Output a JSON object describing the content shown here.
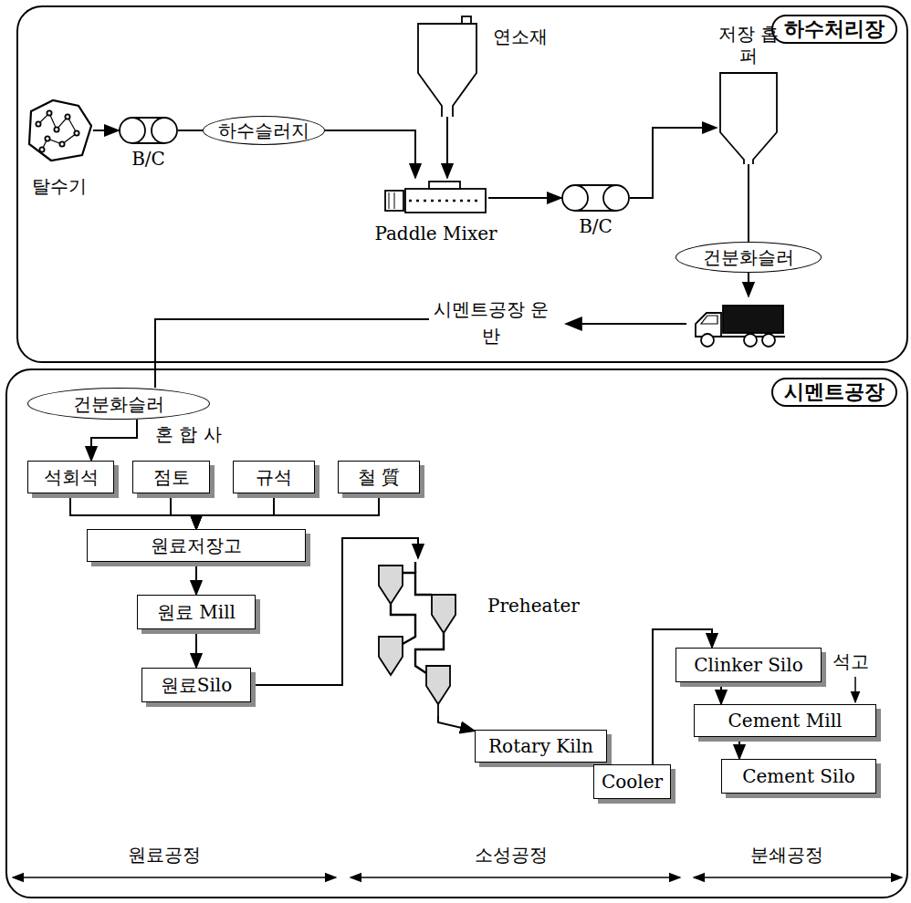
{
  "diagram": {
    "nodes": [
      {
        "text": [
          "하수처리장"
        ]
      },
      {
        "text": [
          "탈수기"
        ],
        "in": 0
      },
      {
        "text": [
          "B/C"
        ],
        "in": 0
      },
      {
        "text": [
          "하수슬러지"
        ],
        "in": 0
      },
      {
        "text": [
          "연소재"
        ],
        "in": 0
      },
      {
        "text": [
          "Paddle Mixer"
        ],
        "in": 0
      },
      {
        "text": [
          "B/C"
        ],
        "in": 0
      },
      {
        "text": [
          "저장 홉퍼"
        ],
        "in": 0
      },
      {
        "text": [
          "건분화슬러"
        ],
        "in": 0
      },
      {
        "text": [
          "시멘트공장 운 반"
        ],
        "in": 0
      },
      {
        "text": [
          "시멘트공장"
        ]
      },
      {
        "text": [
          "건분화슬러"
        ],
        "in": 10
      },
      {
        "text": [
          "석회석"
        ],
        "in": 10
      },
      {
        "text": [
          "점토"
        ],
        "in": 10
      },
      {
        "text": [
          "규석"
        ],
        "in": 10
      },
      {
        "text": [
          "철 質"
        ],
        "in": 10
      },
      {
        "text": [
          "원료저장고"
        ],
        "in": 10
      },
      {
        "text": [
          "원료 Mill"
        ],
        "in": 10
      },
      {
        "text": [
          "원료Silo"
        ],
        "in": 10
      },
      {
        "text": [
          "Preheater"
        ],
        "in": 10
      },
      {
        "text": [
          "Rotary Kiln"
        ],
        "in": 10
      },
      {
        "text": [
          "Cooler"
        ],
        "in": 10
      },
      {
        "text": [
          "Clinker Silo"
        ],
        "in": 10
      },
      {
        "text": [
          "Cement Mill"
        ],
        "in": 10
      },
      {
        "text": [
          "Cement Silo"
        ],
        "in": 10
      }
    ],
    "edges": [
      {
        "from": 1,
        "to": 2,
        "arrow": "to"
      },
      {
        "from": 2,
        "to": 3,
        "arrow": "none"
      },
      {
        "from": 3,
        "to": 5,
        "arrow": "to"
      },
      {
        "from": 4,
        "to": 5,
        "arrow": "to"
      },
      {
        "from": 5,
        "to": 6,
        "arrow": "to"
      },
      {
        "from": 6,
        "to": 7,
        "arrow": "to"
      },
      {
        "from": 7,
        "to": 8,
        "arrow": "none"
      },
      {
        "from": 8,
        "to": 9,
        "arrow": "to"
      },
      {
        "from": 9,
        "to": 11,
        "arrow": "none"
      },
      {
        "from": 11,
        "to": 12,
        "arrow": "to"
      },
      {
        "from": 12,
        "to": 16,
        "arrow": "to"
      },
      {
        "from": 13,
        "to": 16,
        "arrow": "to"
      },
      {
        "from": 14,
        "to": 16,
        "arrow": "to"
      },
      {
        "from": 15,
        "to": 16,
        "arrow": "to"
      },
      {
        "from": 16,
        "to": 17,
        "arrow": "to"
      },
      {
        "from": 17,
        "to": 18,
        "arrow": "to"
      },
      {
        "from": 18,
        "to": 19,
        "arrow": "to"
      },
      {
        "from": 19,
        "to": 20,
        "arrow": "to"
      },
      {
        "from": 21,
        "to": 22,
        "arrow": "to"
      },
      {
        "from": 22,
        "to": 23,
        "arrow": "to"
      },
      {
        "from": 23,
        "to": 24,
        "arrow": "to"
      }
    ],
    "labels": [
      "혼 합 사",
      "석고",
      "원료공정",
      "소성공정",
      "분쇄공정"
    ]
  }
}
